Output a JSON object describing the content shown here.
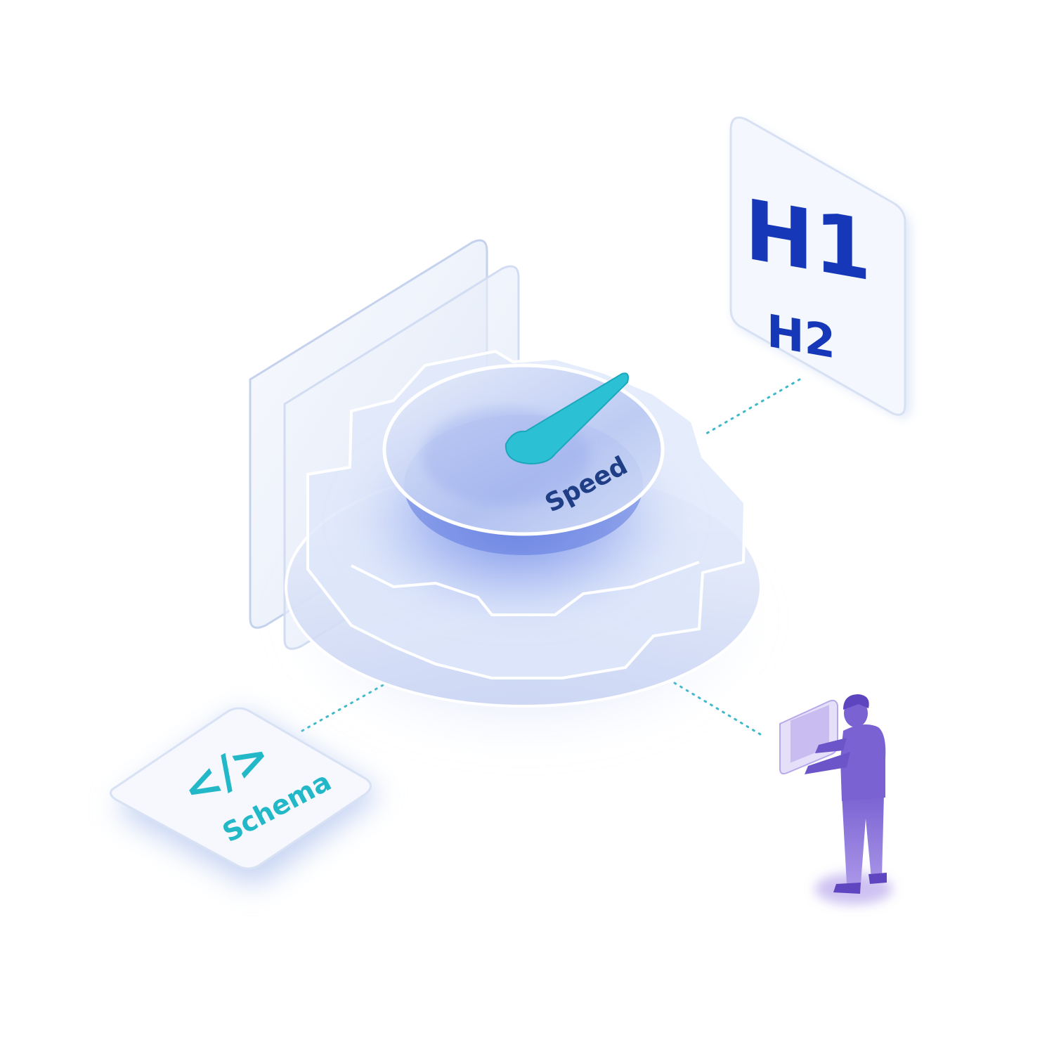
{
  "labels": {
    "speed": "Speed",
    "h1": "H1",
    "h2": "H2",
    "code_glyph": "</>",
    "schema": "Schema"
  },
  "colors": {
    "background": "#ffffff",
    "gauge_needle": "#2bc0d4",
    "speed_text": "#1f3e86",
    "heading_text": "#1638b8",
    "schema_text": "#22b8c8",
    "glass_blue": "#4f6fe0",
    "glass_edge": "#ffffff",
    "connector": "#3cb9c9",
    "person": "#7e6bd6"
  },
  "icons": {
    "gauge": "speed-gauge-icon",
    "gear": "gear-icon",
    "code": "code-brackets-icon",
    "person": "person-with-tablet-icon"
  }
}
